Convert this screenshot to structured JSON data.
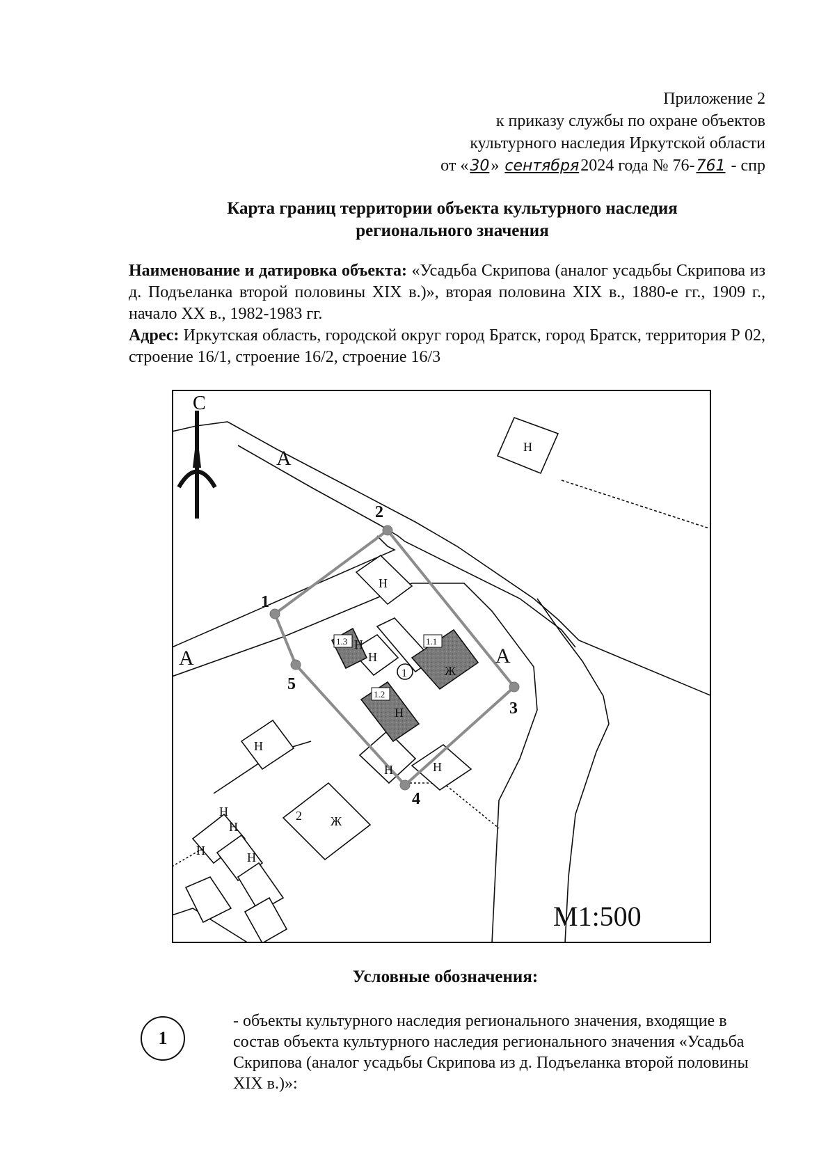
{
  "appendix": {
    "line1": "Приложение 2",
    "line2": "к приказу службы по охране объектов",
    "line3": "культурного наследия Иркутской области",
    "order_prefix": "от «",
    "order_day": "30",
    "order_mid": "» ",
    "order_month": "сентября",
    "order_year_no": "2024 года № 76-",
    "order_number_handwritten": "761",
    "order_suffix": " - спр"
  },
  "title": {
    "line1": "Карта границ территории объекта культурного наследия",
    "line2": "регионального значения"
  },
  "object": {
    "name_label": "Наименование и датировка объекта:",
    "name_value": " «Усадьба Скрипова (аналог усадьбы Скрипова из д. Подъеланка второй половины XIX в.)», вторая половина XIX в., 1880-е гг., 1909 г., начало XX в., 1982-1983 гг.",
    "address_label": "Адрес:",
    "address_value": " Иркутская область, городской округ город Братск, город Братск, территория Р 02, строение 16/1, строение 16/2, строение 16/3"
  },
  "map": {
    "north_label": "С",
    "scale_label": "М1:500",
    "road_label": "А",
    "building_nonresidential": "Н",
    "building_residential": "Ж",
    "point_labels": [
      "1",
      "2",
      "3",
      "4",
      "5"
    ],
    "object_marker": "1",
    "sub_object_labels": [
      "1.1",
      "1.2",
      "1.3"
    ],
    "neighbor_building_number": "2",
    "colors": {
      "boundary": "#8c8c8c",
      "heritage_fill": "#7a7a7a",
      "line": "#111111"
    }
  },
  "legend": {
    "title": "Условные обозначения:",
    "symbol_label": "1",
    "description": "- объекты культурного наследия регионального значения, входящие в состав объекта культурного наследия регионального значения «Усадьба Скрипова (аналог усадьбы Скрипова из д. Подъеланка второй половины XIX в.)»:"
  }
}
